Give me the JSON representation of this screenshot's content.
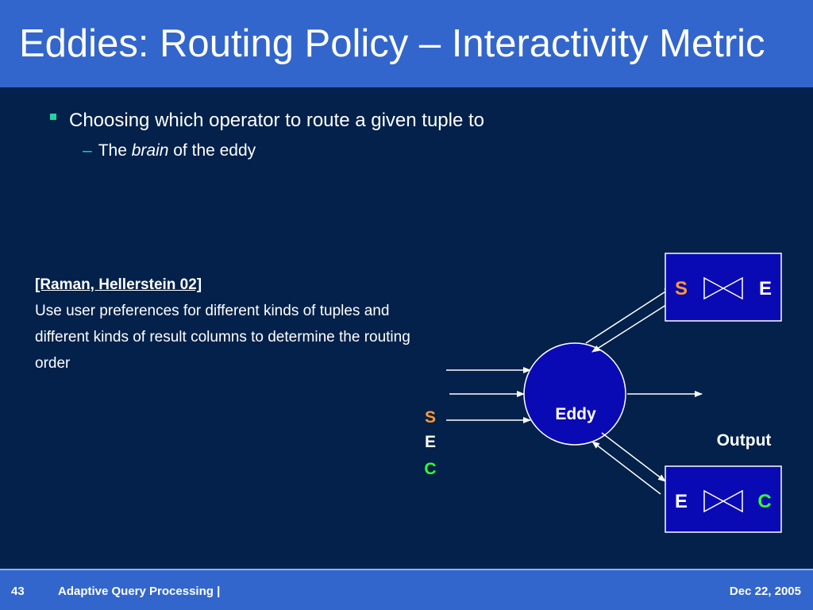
{
  "slide": {
    "title": "Eddies: Routing Policy – Interactivity Metric",
    "bullet_main": "Choosing which operator to route a given tuple to",
    "sub_bullet": {
      "dash": "–",
      "prefix": "The ",
      "emphasis": "brain",
      "suffix": " of the eddy"
    },
    "citation": {
      "ref": "[Raman, Hellerstein 02]",
      "text": "Use user preferences for different kinds of tuples and different kinds of result columns to determine the routing order"
    }
  },
  "diagram": {
    "eddy_label": "Eddy",
    "input_letters": [
      "S",
      "E",
      "C"
    ],
    "join_top": {
      "left": "S",
      "right": "E"
    },
    "join_bottom": {
      "left": "E",
      "right": "C"
    },
    "output_label": "Output",
    "join_symbol": "join-bowtie-icon"
  },
  "colors": {
    "background": "#03214a",
    "header": "#3366cc",
    "box_fill": "#0a0ab5",
    "bullet": "#22d3a4",
    "s_orange": "#ff9933",
    "c_green": "#33ff33"
  },
  "footer": {
    "page_number": "43",
    "course": "Adaptive Query Processing |",
    "date": "Dec 22, 2005"
  }
}
